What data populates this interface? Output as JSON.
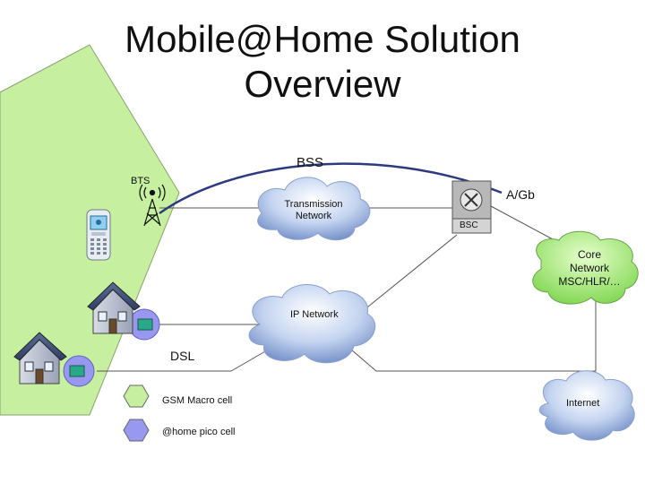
{
  "title": {
    "line1": "Mobile@Home Solution",
    "line2": "Overview"
  },
  "labels": {
    "bss": "BSS",
    "bts": "BTS",
    "transmission_network": [
      "Transmission",
      "Network"
    ],
    "agb": "A/Gb",
    "bsc": "BSC",
    "core_network": [
      "Core",
      "Network",
      "MSC/HLR/…"
    ],
    "ip_network": "IP Network",
    "dsl": "DSL",
    "internet": "Internet"
  },
  "legend": [
    {
      "label": "GSM Macro cell",
      "color": "#c6f0a0"
    },
    {
      "label": "@home pico cell",
      "color": "#9898f0"
    }
  ],
  "colors": {
    "macro_cell_fill": "#c6f0a0",
    "pico_cell_fill": "#9898f0",
    "core_cloud_fill": "#a8ec7e",
    "signal_curve": "#2e3a80",
    "link_line": "#555555"
  },
  "icons": [
    "mobile-phone-icon",
    "antenna-tower-icon",
    "bsc-switch-icon",
    "house-icon",
    "dsl-modem-icon"
  ]
}
